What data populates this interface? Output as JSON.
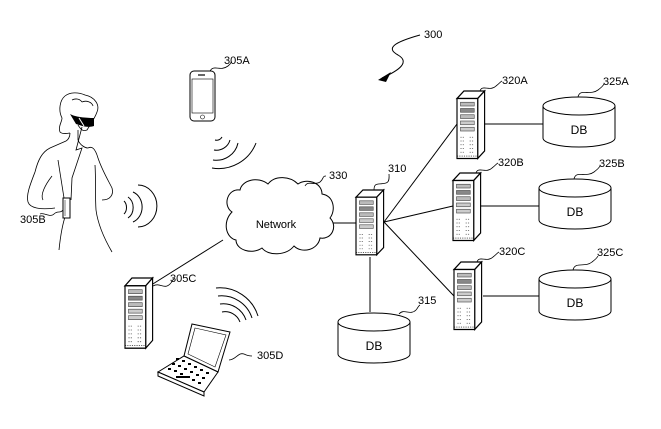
{
  "figure": {
    "reference": "300",
    "network": {
      "ref": "330",
      "label": "Network"
    },
    "central_server": {
      "ref": "310"
    },
    "central_db": {
      "ref": "315",
      "label": "DB"
    },
    "client_devices": [
      {
        "ref": "305A",
        "type": "smartphone"
      },
      {
        "ref": "305B",
        "type": "wearable-glasses-user"
      },
      {
        "ref": "305C",
        "type": "server"
      },
      {
        "ref": "305D",
        "type": "laptop"
      }
    ],
    "backend_servers": [
      {
        "ref": "320A",
        "db_ref": "325A",
        "db_label": "DB"
      },
      {
        "ref": "320B",
        "db_ref": "325B",
        "db_label": "DB"
      },
      {
        "ref": "320C",
        "db_ref": "325C",
        "db_label": "DB"
      }
    ]
  }
}
